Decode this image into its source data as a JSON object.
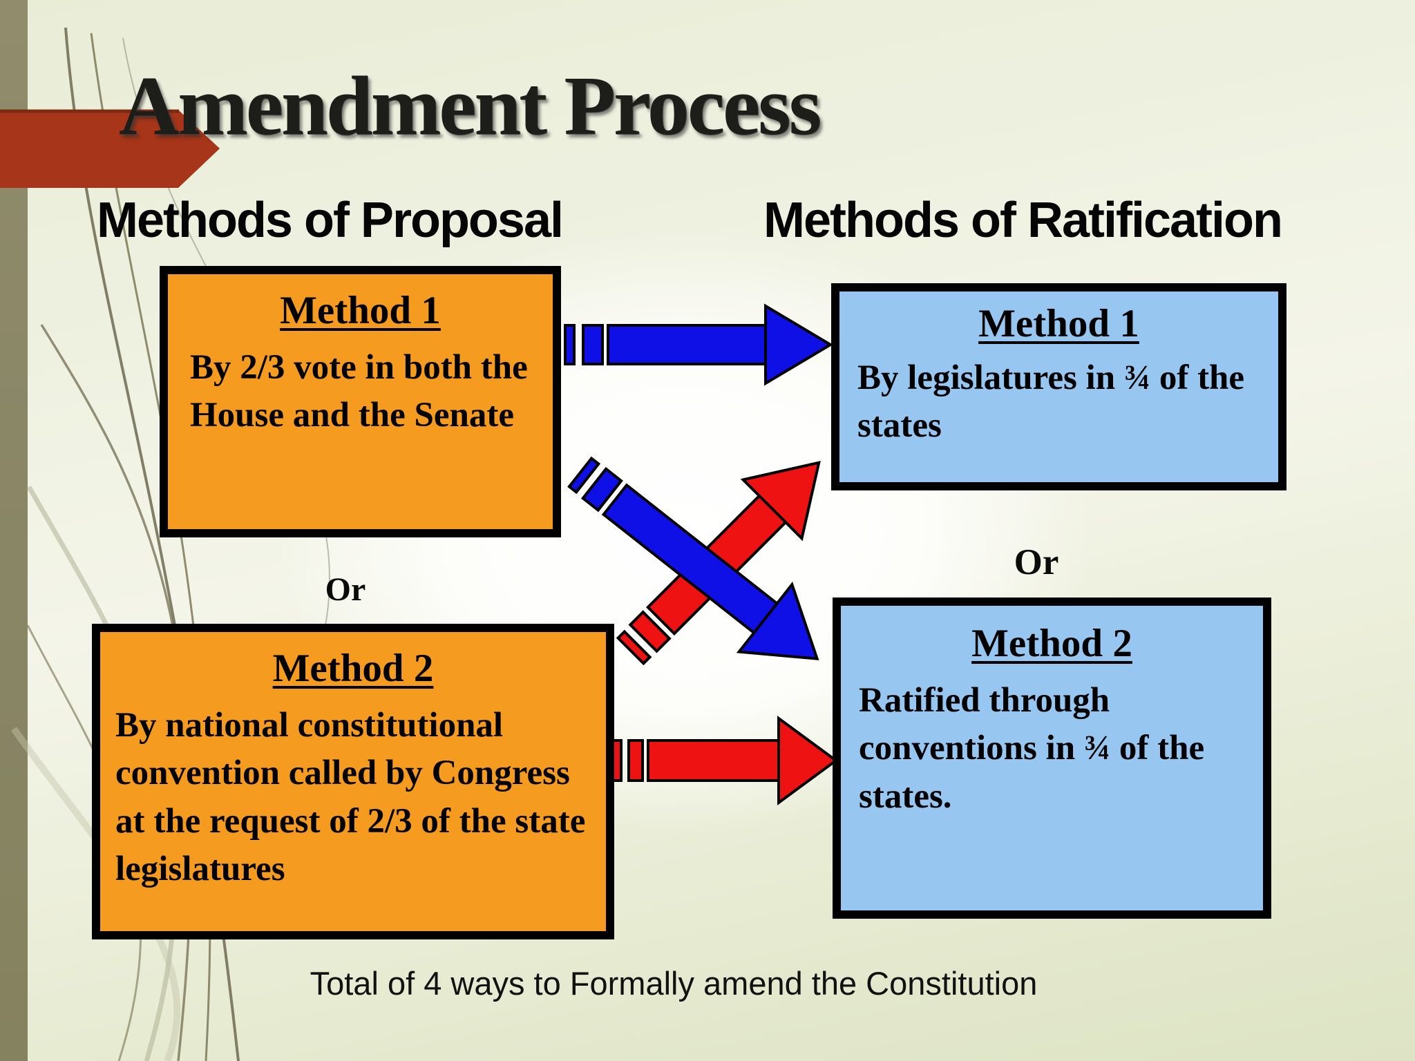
{
  "slide": {
    "title": "Amendment Process",
    "footer": "Total of 4 ways to Formally amend the Constitution"
  },
  "proposal": {
    "header": "Methods of Proposal",
    "method1": {
      "heading": "Method 1",
      "body": "By 2/3 vote in both the House and the Senate"
    },
    "or_label": "Or",
    "method2": {
      "heading": "Method 2",
      "body": "By national constitutional convention called by Congress at the request of 2/3 of the state legislatures"
    }
  },
  "ratification": {
    "header": "Methods of Ratification",
    "method1": {
      "heading": "Method 1",
      "body": "By legislatures in ¾ of the states"
    },
    "or_label": "Or",
    "method2": {
      "heading": "Method 2",
      "body": "Ratified through conventions in ¾ of the states."
    }
  },
  "colors": {
    "background_green": "#E9EDD6",
    "sidebar_olive": "#8A8767",
    "title_arrow_brick": "#A63519",
    "proposal_box_orange": "#F59B20",
    "ratification_box_blue": "#97C7F0",
    "arrow_blue": "#0E10E6",
    "arrow_red": "#EE1212",
    "box_border_black": "#000000"
  }
}
